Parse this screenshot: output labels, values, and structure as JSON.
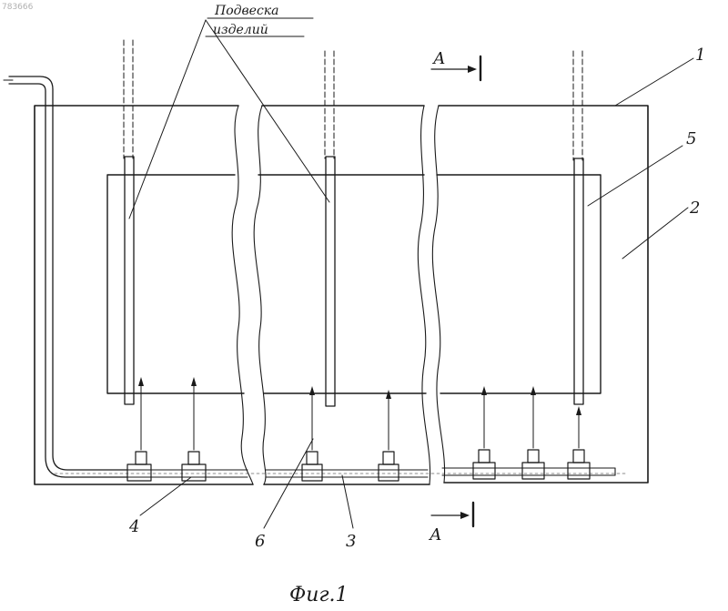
{
  "figure": {
    "corner_id": "783666",
    "caption": "Фиг.1",
    "section_mark": "А",
    "hanger_label_line1": "Подвеска",
    "hanger_label_line2": "изделий",
    "callouts": {
      "tank": "1",
      "bath_liquid": "2",
      "pipe": "3",
      "nozzle": "4",
      "ultrasonic_block": "5",
      "jet": "6"
    }
  }
}
